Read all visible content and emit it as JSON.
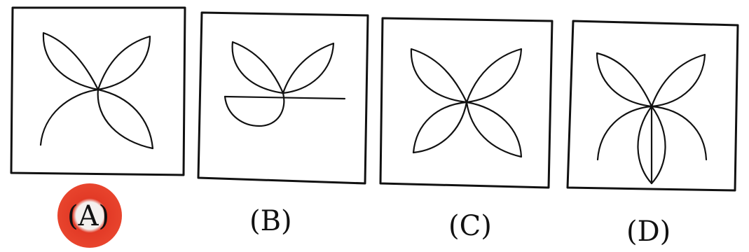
{
  "options": [
    {
      "id": "a",
      "label": "(A)",
      "selected": true
    },
    {
      "id": "b",
      "label": "(B)",
      "selected": false
    },
    {
      "id": "c",
      "label": "(C)",
      "selected": false
    },
    {
      "id": "d",
      "label": "(D)",
      "selected": false
    }
  ],
  "colors": {
    "ink": "#111111",
    "selection_mark": "#e23a26",
    "background": "#ffffff"
  }
}
